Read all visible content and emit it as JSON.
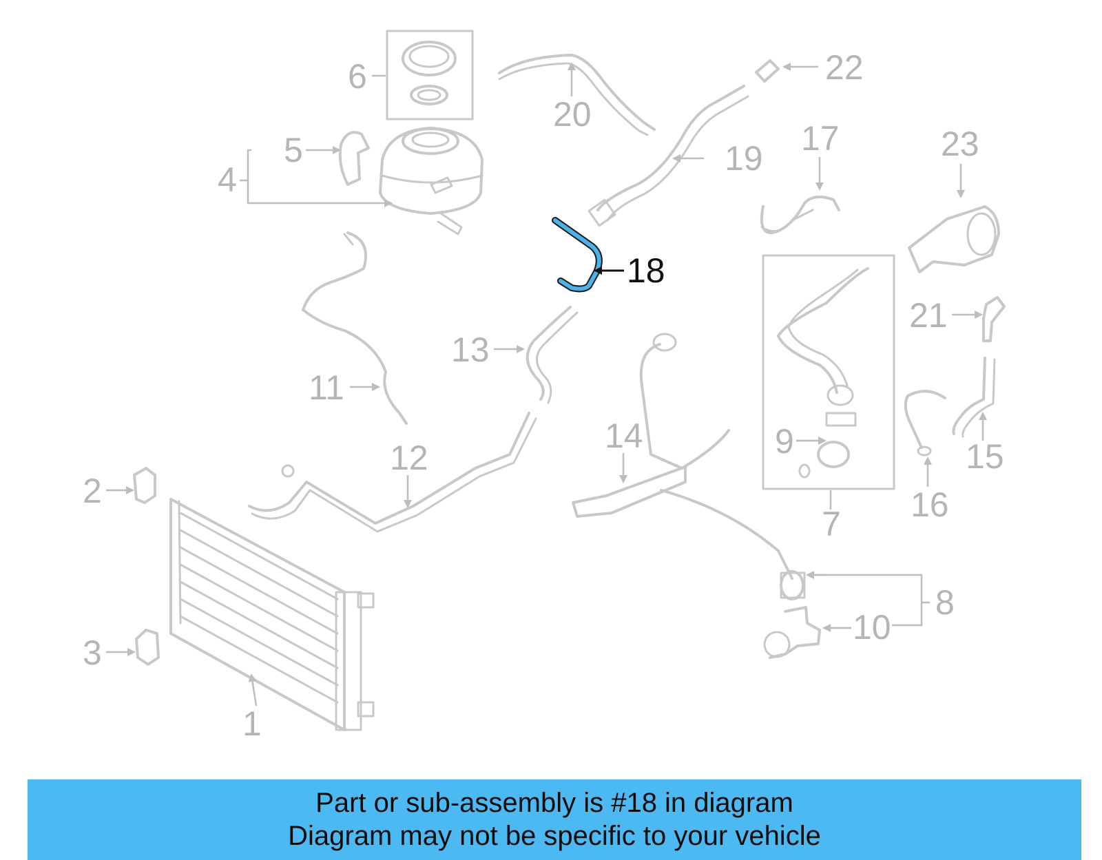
{
  "callouts": {
    "c1": "1",
    "c2": "2",
    "c3": "3",
    "c4": "4",
    "c5": "5",
    "c6": "6",
    "c7": "7",
    "c8": "8",
    "c9": "9",
    "c10": "10",
    "c11": "11",
    "c12": "12",
    "c13": "13",
    "c14": "14",
    "c15": "15",
    "c16": "16",
    "c17": "17",
    "c18": "18",
    "c19": "19",
    "c20": "20",
    "c21": "21",
    "c22": "22",
    "c23": "23"
  },
  "highlighted_part": "18",
  "colors": {
    "highlight": "#4cb2e8",
    "banner_background": "#4db9f2",
    "part_outline": "#c8c8c8"
  },
  "banner": {
    "line1": "Part or sub-assembly is #18 in diagram",
    "line2": "Diagram may not be specific to your vehicle"
  }
}
